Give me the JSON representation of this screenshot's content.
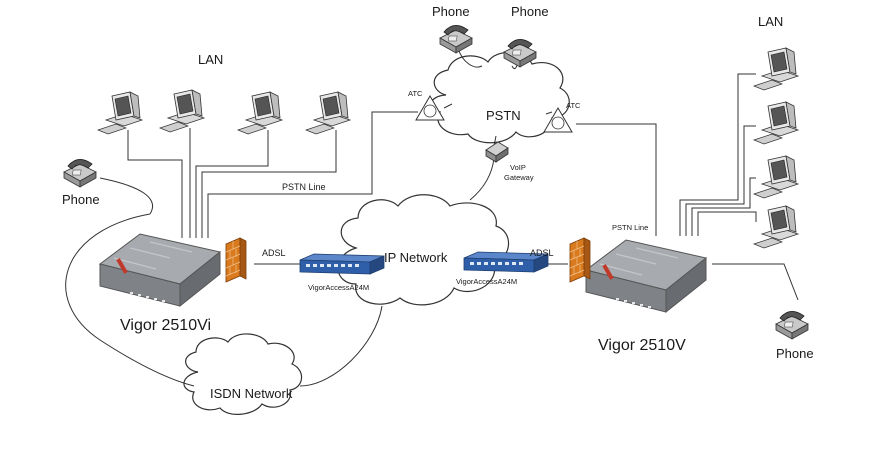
{
  "labels": {
    "lan_left": "LAN",
    "lan_right": "LAN",
    "phone_left": "Phone",
    "phone_top_1": "Phone",
    "phone_top_2": "Phone",
    "phone_right": "Phone",
    "pstn": "PSTN",
    "atc_left": "ATC",
    "atc_right": "ATC",
    "voip_gateway_line1": "VoIP",
    "voip_gateway_line2": "Gateway",
    "pstn_line_left": "PSTN Line",
    "pstn_line_right": "PSTN Line",
    "adsl_left": "ADSL",
    "adsl_right": "ADSL",
    "ip_network": "IP Network",
    "dslam_left": "VigorAccessA24M",
    "dslam_right": "VigorAccessA24M",
    "router_left": "Vigor 2510Vi",
    "router_right": "Vigor 2510V",
    "isdn_network": "ISDN Network"
  },
  "icons": {
    "computer": "desktop-computer-icon",
    "phone": "telephone-icon",
    "firewall": "brick-firewall-icon",
    "router": "router-icon",
    "dslam": "rack-switch-icon",
    "atc": "triangle-atc-icon",
    "gateway": "gateway-device-icon"
  },
  "colors": {
    "firewall": "#d97a1e",
    "dslam": "#2f5fa8",
    "router": "#8a8d92",
    "router_led": "#c0392b"
  }
}
